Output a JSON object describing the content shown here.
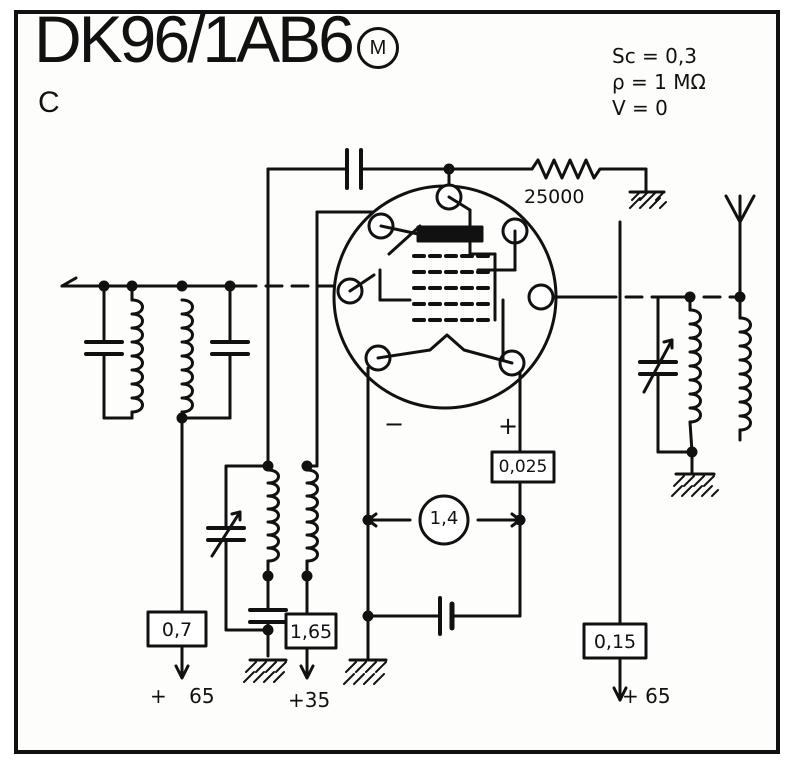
{
  "tube": {
    "name": "DK96/1AB6",
    "badge": "M",
    "subtype": "C"
  },
  "parameters": {
    "sc": "Sc = 0,3",
    "rho": "ρ = 1 MΩ",
    "v": "V = 0"
  },
  "components": {
    "grid_resistor": "25000",
    "filament_voltage": "1,4",
    "anode_current": "0,7",
    "screen_current": "1,65",
    "filament_current": "0,025",
    "oscillator_anode_current": "0,15"
  },
  "supplies": {
    "anode": "+ 65",
    "anode_value": "65",
    "screen": "+35",
    "osc_anode": "+ 65"
  },
  "polarity": {
    "minus": "−",
    "plus": "+"
  }
}
